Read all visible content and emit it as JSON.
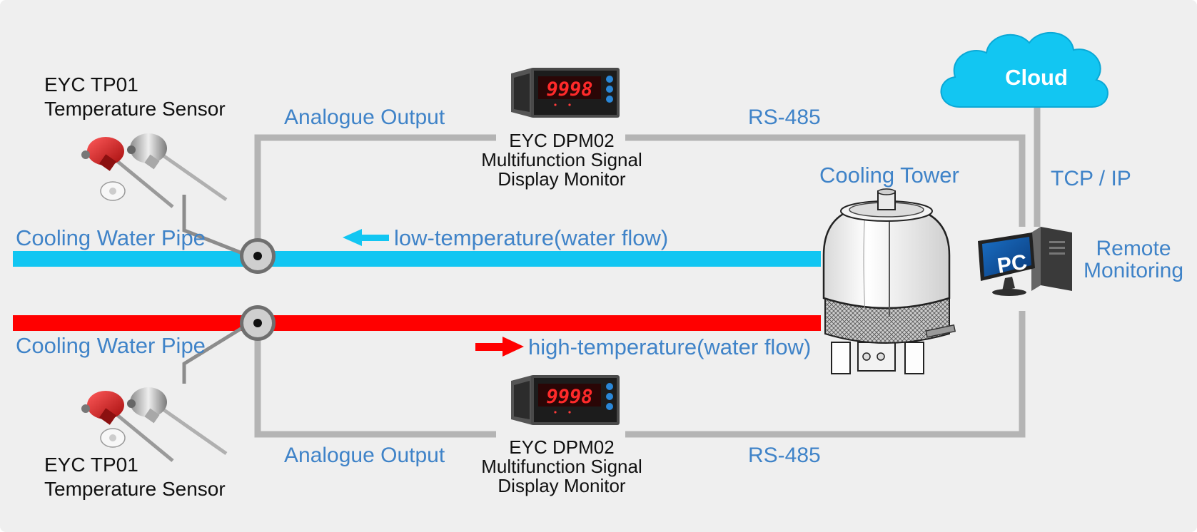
{
  "colors": {
    "background": "#efefef",
    "cold_pipe": "#12c6f2",
    "hot_pipe": "#ff0000",
    "wire": "#b4b4b4",
    "label_blue": "#3f83c8",
    "label_black": "#111111",
    "cloud": "#12c6f2"
  },
  "sensor_top": {
    "line1": "EYC TP01",
    "line2": "Temperature Sensor"
  },
  "sensor_bottom": {
    "line1": "EYC TP01",
    "line2": "Temperature Sensor"
  },
  "pipe_cold": {
    "label": "Cooling Water Pipe",
    "flow_label": "low-temperature(water flow)"
  },
  "pipe_hot": {
    "label": "Cooling Water Pipe",
    "flow_label": "high-temperature(water flow)"
  },
  "monitor_top": {
    "line1": "EYC DPM02",
    "line2": "Multifunction Signal",
    "line3": "Display Monitor",
    "display": "9998"
  },
  "monitor_bottom": {
    "line1": "EYC DPM02",
    "line2": "Multifunction Signal",
    "line3": "Display Monitor",
    "display": "9998"
  },
  "link_labels": {
    "analogue_top": "Analogue Output",
    "rs485_top": "RS-485",
    "analogue_bottom": "Analogue Output",
    "rs485_bottom": "RS-485",
    "tcpip": "TCP / IP"
  },
  "cooling_tower": {
    "label": "Cooling Tower"
  },
  "cloud": {
    "label": "Cloud"
  },
  "pc": {
    "label": "PC",
    "remote_line1": "Remote",
    "remote_line2": "Monitoring"
  }
}
